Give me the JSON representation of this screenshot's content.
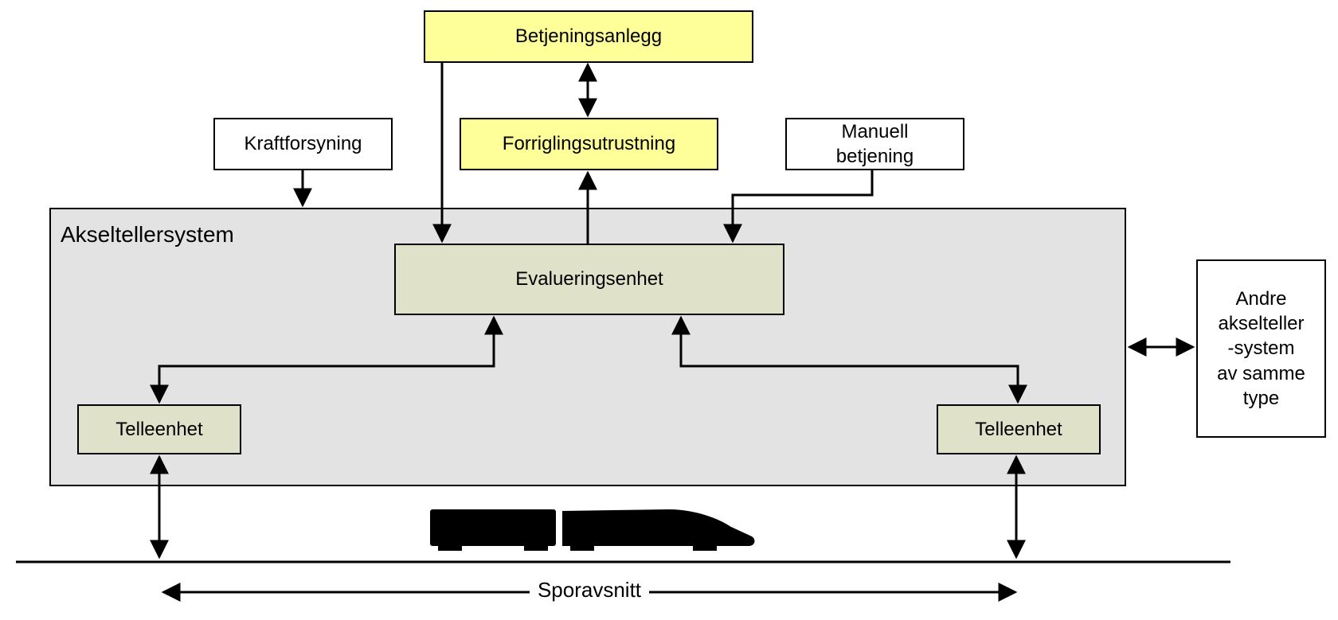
{
  "diagram": {
    "system_label": "Akseltellersystem",
    "boxes": {
      "betjeningsanlegg": "Betjeningsanlegg",
      "forriglingsutrustning": "Forriglingsutrustning",
      "kraftforsyning": "Kraftforsyning",
      "manuell_betjening": "Manuell\nbetjening",
      "evalueringsenhet": "Evalueringsenhet",
      "telleenhet_left": "Telleenhet",
      "telleenhet_right": "Telleenhet",
      "andre_system": "Andre\nakselteller\n-system\nav samme\ntype"
    },
    "track_label": "Sporavsnitt",
    "icons": {
      "train": "train-silhouette-icon"
    },
    "colors": {
      "control_box": "#ffff99",
      "unit_box": "#dfe1c9",
      "system_area": "#e3e3e3",
      "line": "#000000"
    }
  }
}
